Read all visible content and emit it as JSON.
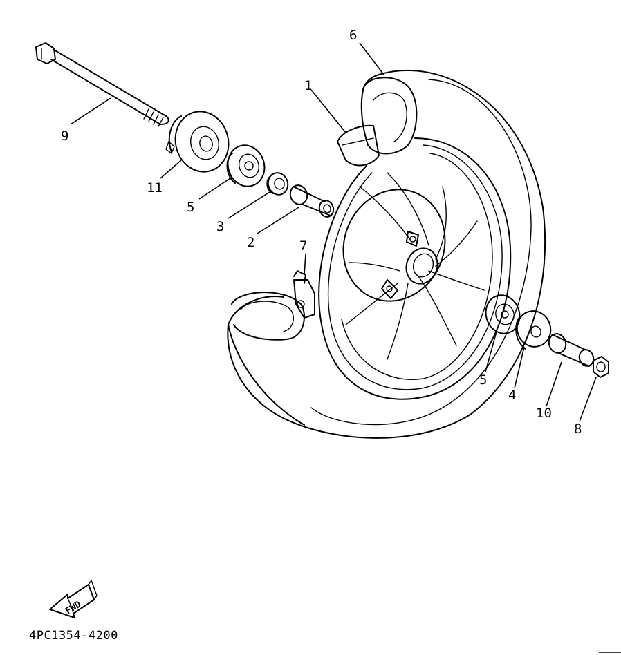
{
  "diagram": {
    "code": "4PC1354-4200",
    "fwd_label": "FWD",
    "callouts": [
      {
        "id": "c6a",
        "label": "6"
      },
      {
        "id": "c1",
        "label": "1"
      },
      {
        "id": "c9",
        "label": "9"
      },
      {
        "id": "c11",
        "label": "11"
      },
      {
        "id": "c5a",
        "label": "5"
      },
      {
        "id": "c3",
        "label": "3"
      },
      {
        "id": "c2",
        "label": "2"
      },
      {
        "id": "c7",
        "label": "7"
      },
      {
        "id": "c5b",
        "label": "5"
      },
      {
        "id": "c4",
        "label": "4"
      },
      {
        "id": "c10",
        "label": "10"
      },
      {
        "id": "c8",
        "label": "8"
      }
    ]
  }
}
